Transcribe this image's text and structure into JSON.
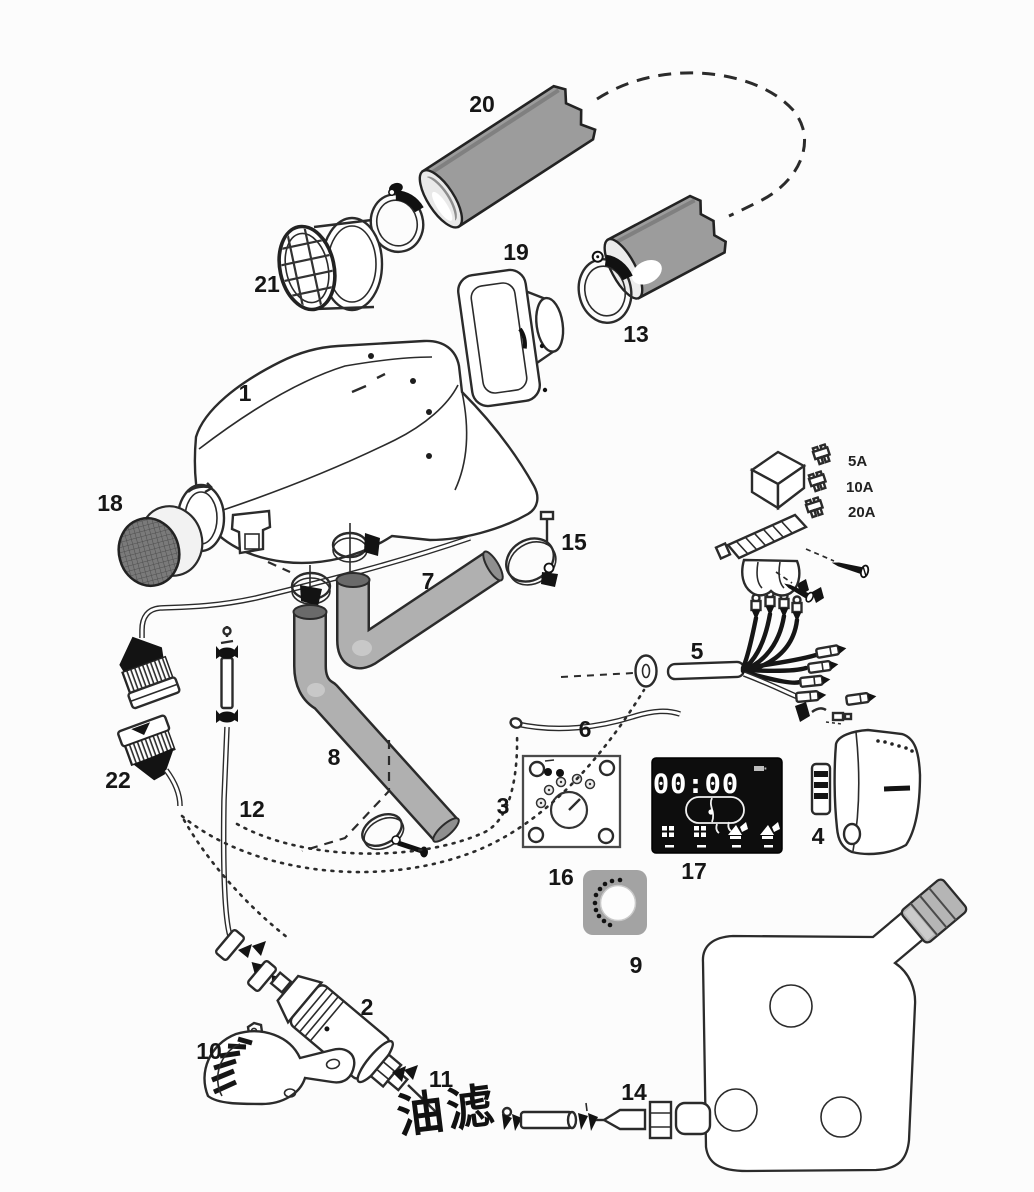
{
  "diagram": {
    "part_labels": [
      "1",
      "2",
      "3",
      "4",
      "5",
      "6",
      "7",
      "8",
      "9",
      "10",
      "11",
      "12",
      "13",
      "14",
      "15",
      "16",
      "17",
      "18",
      "19",
      "20",
      "21",
      "22"
    ],
    "fuse_ratings": [
      "5A",
      "10A",
      "20A"
    ],
    "controller_display": {
      "time": "00:00"
    },
    "filter_caption": "油滤"
  },
  "colors": {
    "background": "#fcfcfc",
    "line": "#2b2b2b",
    "duct_gray": "#9c9c9c",
    "pipe_gray": "#ababab",
    "lcd_black": "#0d0d0d",
    "panel_gray": "#a3a3a3",
    "mesh_gray": "#7a7a7a",
    "cap_gray": "#b5b5b5"
  }
}
